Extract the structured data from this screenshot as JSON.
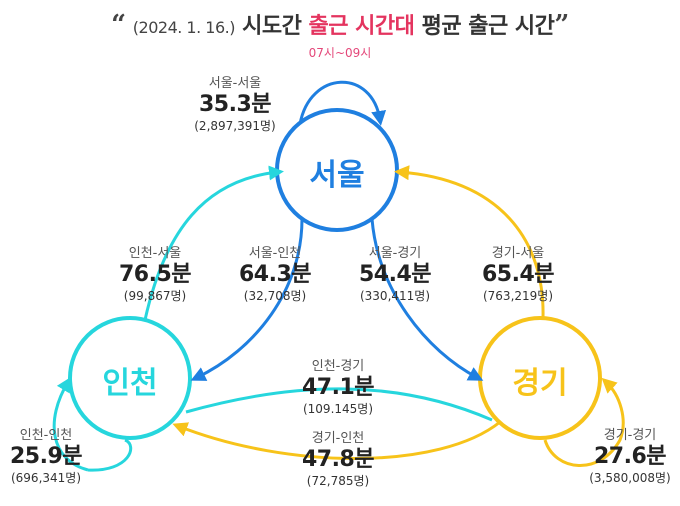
{
  "header": {
    "quote_open": "“",
    "date": "(2024. 1. 16.)",
    "title_pre": "시도간",
    "title_highlight": "출근 시간대",
    "title_post": "평균 출근 시간",
    "quote_close": "”",
    "subtitle": "07시~09시"
  },
  "colors": {
    "seoul": "#1f7fe0",
    "incheon": "#26d6dd",
    "gyeonggi": "#f7c31a",
    "highlight": "#e4345f"
  },
  "nodes": {
    "seoul": "서울",
    "incheon": "인천",
    "gyeonggi": "경기"
  },
  "flows": {
    "seoul_seoul": {
      "route": "서울-서울",
      "minutes": "35.3분",
      "count": "(2,897,391명)"
    },
    "incheon_seoul": {
      "route": "인천-서울",
      "minutes": "76.5분",
      "count": "(99,867명)"
    },
    "seoul_incheon": {
      "route": "서울-인천",
      "minutes": "64.3분",
      "count": "(32,708명)"
    },
    "seoul_gyeonggi": {
      "route": "서울-경기",
      "minutes": "54.4분",
      "count": "(330,411명)"
    },
    "gyeonggi_seoul": {
      "route": "경기-서울",
      "minutes": "65.4분",
      "count": "(763,219명)"
    },
    "incheon_gyeonggi": {
      "route": "인천-경기",
      "minutes": "47.1분",
      "count": "(109.145명)"
    },
    "gyeonggi_incheon": {
      "route": "경기-인천",
      "minutes": "47.8분",
      "count": "(72,785명)"
    },
    "incheon_incheon": {
      "route": "인천-인천",
      "minutes": "25.9분",
      "count": "(696,341명)"
    },
    "gyeonggi_gyeonggi": {
      "route": "경기-경기",
      "minutes": "27.6분",
      "count": "(3,580,008명)"
    }
  }
}
